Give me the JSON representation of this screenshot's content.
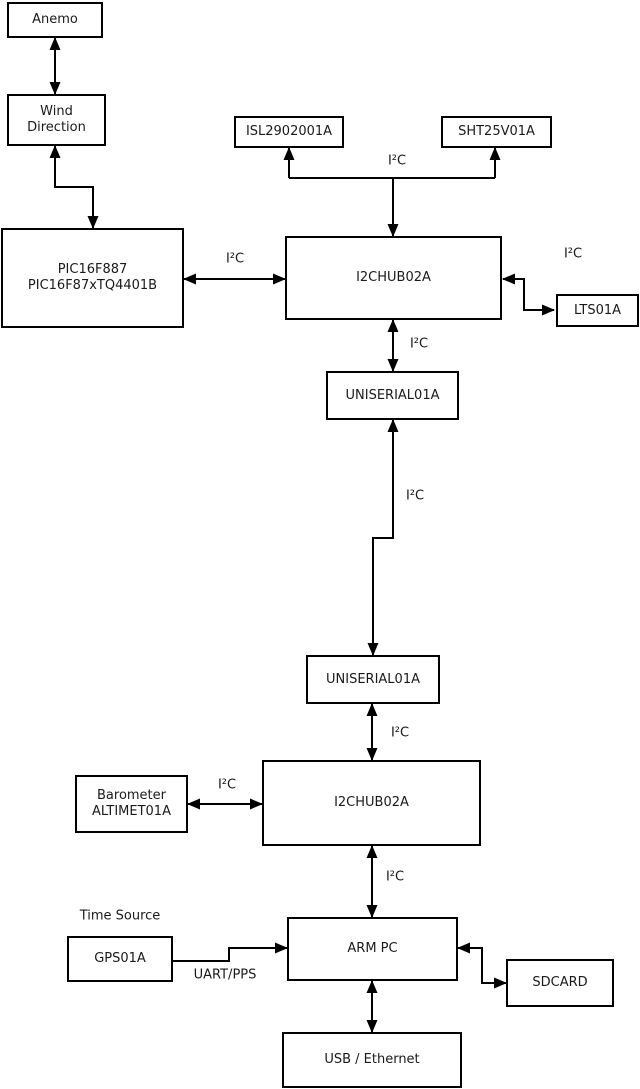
{
  "diagram": {
    "title_hint": "weather-station hardware block diagram",
    "nodes": {
      "anemo": {
        "label": "Anemo"
      },
      "wind_direction": {
        "line1": "Wind",
        "line2": "Direction"
      },
      "pic": {
        "line1": "PIC16F887",
        "line2": "PIC16F87xTQ4401B"
      },
      "isl": {
        "label": "ISL2902001A"
      },
      "sht": {
        "label": "SHT25V01A"
      },
      "i2chub_top": {
        "label": "I2CHUB02A"
      },
      "lts": {
        "label": "LTS01A"
      },
      "uniserial_top": {
        "label": "UNISERIAL01A"
      },
      "uniserial_bottom": {
        "label": "UNISERIAL01A"
      },
      "barometer": {
        "line1": "Barometer",
        "line2": "ALTIMET01A"
      },
      "i2chub_bottom": {
        "label": "I2CHUB02A"
      },
      "gps": {
        "label": "GPS01A"
      },
      "arm_pc": {
        "label": "ARM PC"
      },
      "sdcard": {
        "label": "SDCARD"
      },
      "usb_ethernet": {
        "label": "USB / Ethernet"
      }
    },
    "edge_labels": {
      "sensors_bus": "I²C",
      "pic_bus": "I²C",
      "lts_bus": "I²C",
      "hub_serial_bus": "I²C",
      "serial_link_bus": "I²C",
      "serial_hub2_bus": "I²C",
      "barometer_bus": "I²C",
      "hub2_arm_bus": "I²C",
      "gps_link": "UART/PPS",
      "gps_caption": "Time Source"
    },
    "colors": {
      "line": "#000000",
      "text": "#1a1a1a",
      "box_fill": "#ffffff",
      "background": "#ffffff"
    }
  }
}
